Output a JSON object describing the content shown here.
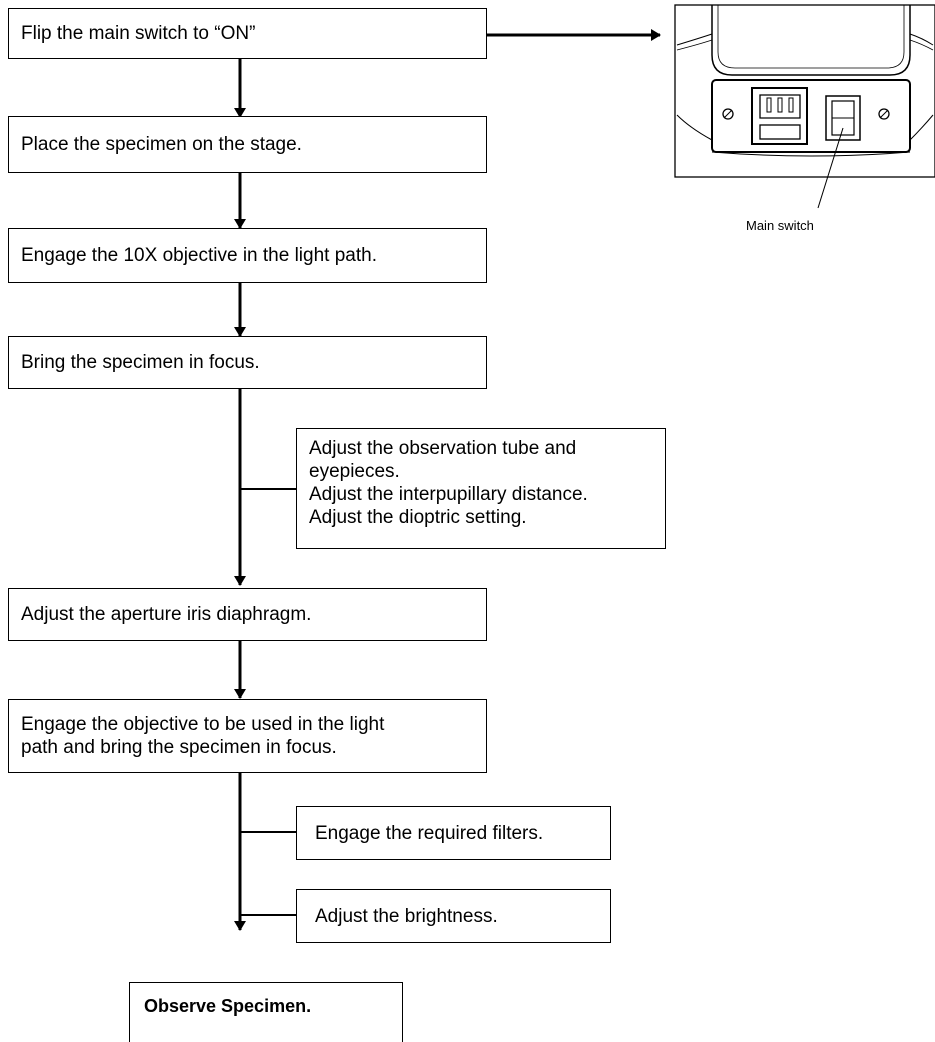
{
  "steps": {
    "switch_on": "Flip the main switch to “ON”",
    "place_specimen": "Place the specimen on the stage.",
    "engage_10x": "Engage the 10X objective in the light path.",
    "focus": "Bring the specimen in focus.",
    "aperture": "Adjust the aperture iris diaphragm.",
    "engage_objective_line1": "Engage the objective to be used in the light",
    "engage_objective_line2": "path and bring the specimen in focus.",
    "observe": "Observe Specimen."
  },
  "side_steps": {
    "tube_line1": "Adjust the observation tube and",
    "tube_line2": "eyepieces.",
    "tube_line3": "Adjust the interpupillary distance.",
    "tube_line4": "Adjust the dioptric setting.",
    "filters": "Engage the required filters.",
    "brightness": "Adjust the brightness."
  },
  "illustration": {
    "caption": "Main switch"
  }
}
